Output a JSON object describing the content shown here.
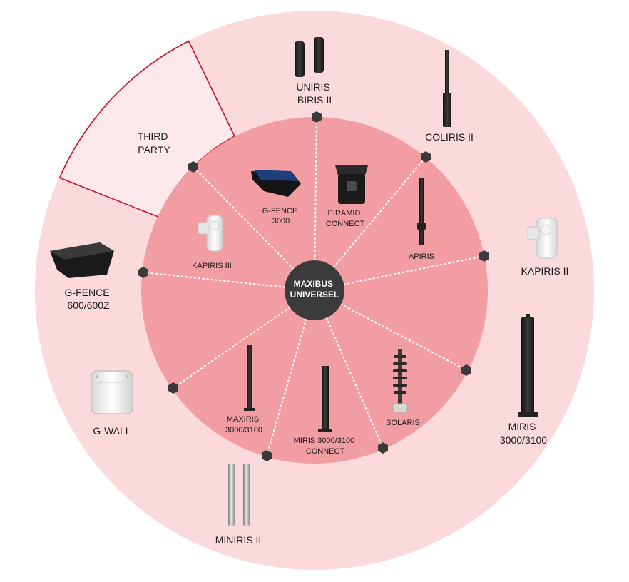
{
  "hub": {
    "lines": [
      "MAXIBUS",
      "UNIVERSEL"
    ]
  },
  "products_outer": {
    "uniris_biris": [
      "UNIRIS",
      "BIRIS II"
    ],
    "coliris": [
      "COLIRIS II"
    ],
    "third_party": [
      "THIRD",
      "PARTY"
    ],
    "kapiris_ii": [
      "KAPIRIS II"
    ],
    "gfence_600": [
      "G-FENCE",
      "600/600Z"
    ],
    "gwall": [
      "G-WALL"
    ],
    "miris": [
      "MIRIS",
      "3000/3100"
    ],
    "miniris": [
      "MINIRIS II"
    ]
  },
  "products_inner": {
    "gfence_3000": [
      "G-FENCE",
      "3000"
    ],
    "piramid": [
      "PIRAMID",
      "CONNECT"
    ],
    "kapiris_iii": [
      "KAPIRIS III"
    ],
    "apiris": [
      "APIRIS"
    ],
    "maxiris": [
      "MAXIRIS",
      "3000/3100"
    ],
    "miris_connect": [
      "MIRIS 3000/3100",
      "CONNECT"
    ],
    "solaris": [
      "SOLARIS"
    ]
  },
  "colors": {
    "outer_ring": "#fadadd",
    "inner_disc": "#f29da2",
    "hub": "#3b3b3b",
    "third_party_outline": "#c8102e",
    "node": "#3a3a3a"
  },
  "icons": {
    "uniris_biris": "twin-column-sensor-icon",
    "coliris": "tall-column-icon",
    "kapiris_ii": "pir-detector-icon",
    "gfence_600": "wide-sensor-housing-icon",
    "gwall": "junction-box-icon",
    "miris": "black-post-icon",
    "miniris": "twin-steel-posts-icon",
    "gfence_3000": "solar-sensor-icon",
    "piramid": "radar-detector-icon",
    "kapiris_iii": "pir-detector-icon",
    "apiris": "slim-post-icon",
    "maxiris": "black-post-icon",
    "miris_connect": "black-post-icon",
    "solaris": "solar-mast-icon"
  }
}
